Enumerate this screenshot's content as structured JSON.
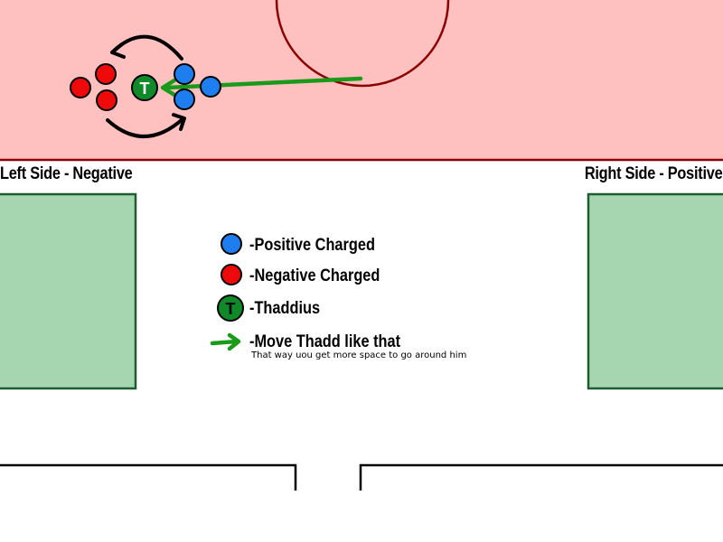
{
  "labels": {
    "left_side": "Left Side - Negative",
    "right_side": "Right Side - Positive"
  },
  "legend": {
    "positive": "-Positive Charged",
    "negative": "-Negative Charged",
    "thaddius": "-Thaddius",
    "move": "-Move Thadd like that",
    "note": "That way uou get more space to go around him"
  },
  "tokens": {
    "thaddius_letter": "T"
  },
  "colors": {
    "room_fill": "#ffc0c0",
    "room_border": "#8b0000",
    "pad_fill": "#a5d6b0",
    "pad_border": "#1e5c32",
    "positive": "#1e7ef0",
    "negative": "#ee0a0a",
    "thaddius": "#108a28",
    "arrow": "#1a9a1a"
  },
  "icons": {
    "rotation": "rotate-arrows-icon",
    "move": "move-arrow-icon"
  }
}
